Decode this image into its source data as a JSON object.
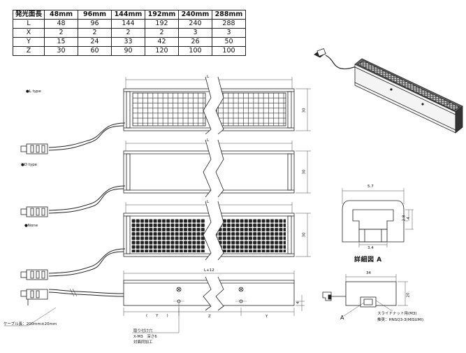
{
  "table": {
    "headers": [
      "発光面長",
      "48mm",
      "96mm",
      "144mm",
      "192mm",
      "240mm",
      "288mm"
    ],
    "rows": [
      [
        "L",
        "48",
        "96",
        "144",
        "192",
        "240",
        "288"
      ],
      [
        "X",
        "2",
        "2",
        "2",
        "2",
        "3",
        "3"
      ],
      [
        "Y",
        "15",
        "24",
        "33",
        "42",
        "26",
        "50"
      ],
      [
        "Z",
        "30",
        "60",
        "90",
        "120",
        "100",
        "100"
      ]
    ]
  },
  "types": {
    "l_type": "●L type",
    "d_type": "●D type",
    "none": "●None"
  },
  "dims": {
    "L": "L",
    "thirty": "30",
    "L_plus_12": "L+12",
    "four": "4",
    "Y_paren": "(Y)",
    "Z": "Z",
    "Y": "Y",
    "width_57": "5.7",
    "h_28": "2.8",
    "h_4": "4",
    "w_34": "3.4",
    "side_34": "34",
    "side_20": "20",
    "A": "A"
  },
  "labels": {
    "cable_length": "ケーブル長：200mm±20mm",
    "mount_hole_1": "取り付け穴",
    "mount_hole_2": "X-M3　深さ6",
    "mount_hole_3": "対面同加工",
    "slide_nut_1": "スライドナット用(M3)",
    "slide_nut_2": "推奨：HNSQ3-3(MISUMI)",
    "detail_title": "詳細図 A"
  }
}
